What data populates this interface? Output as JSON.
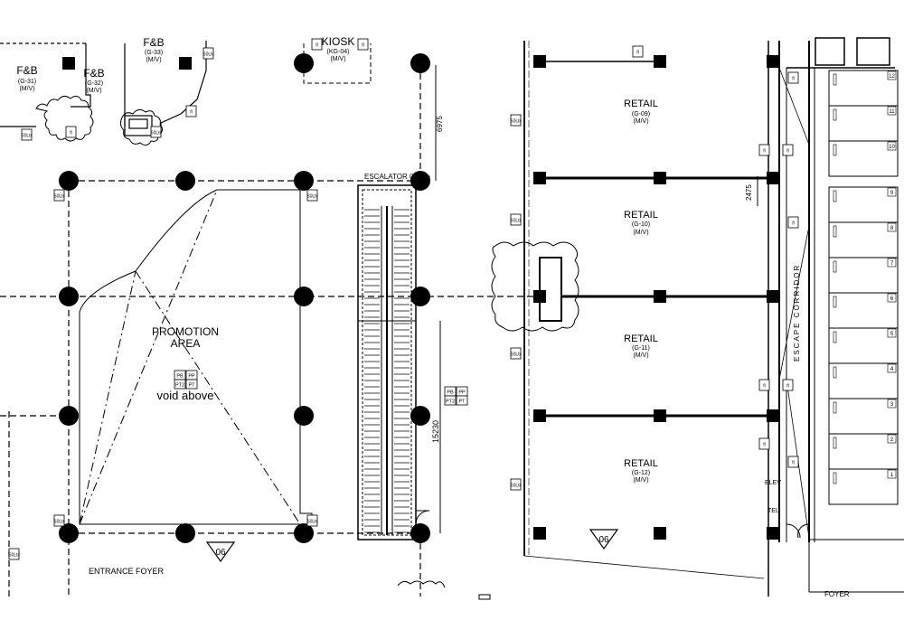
{
  "rooms": {
    "fb31": {
      "title": "F&B",
      "code": "(G-31)",
      "sub": "(M/V)"
    },
    "fb32": {
      "title": "F&B",
      "code": "(G-32)",
      "sub": "(M/V)"
    },
    "fb33": {
      "title": "F&B",
      "code": "(G-33)",
      "sub": "(M/V)"
    },
    "kiosk": {
      "title": "KIOSK",
      "code": "(KG-04)",
      "sub": "(M/V)"
    },
    "retail09": {
      "title": "RETAIL",
      "code": "(G-09)",
      "sub": "(M/V)"
    },
    "retail10": {
      "title": "RETAIL",
      "code": "(G-10)",
      "sub": "(M/V)"
    },
    "retail11": {
      "title": "RETAIL",
      "code": "(G-11)",
      "sub": "(M/V)"
    },
    "retail12": {
      "title": "RETAIL",
      "code": "(G-12)",
      "sub": "(M/V)"
    }
  },
  "labels": {
    "promotion_line1": "PROMOTION",
    "promotion_line2": "AREA",
    "void": "void above",
    "escalator": "ESCALATOR 01",
    "entrance": "ENTRANCE FOYER",
    "foyer": "FOYER",
    "escape_corridor": "ESCAPE CORRIDOR",
    "elev": "ELEV",
    "tel": "TEL"
  },
  "dimensions": {
    "d1": "6975",
    "d2": "2475",
    "d3": "15230"
  },
  "section_marks": {
    "left": "06",
    "right": "06"
  },
  "tags": {
    "fl": "fl",
    "pb": "PB",
    "pp": "PP",
    "pt": "PT",
    "pt12": "PT2",
    "sixty": "60Ltr"
  },
  "riser_numbers": [
    "12",
    "11",
    "10",
    "9",
    "8",
    "7",
    "6",
    "5",
    "4",
    "3",
    "2",
    "1"
  ]
}
